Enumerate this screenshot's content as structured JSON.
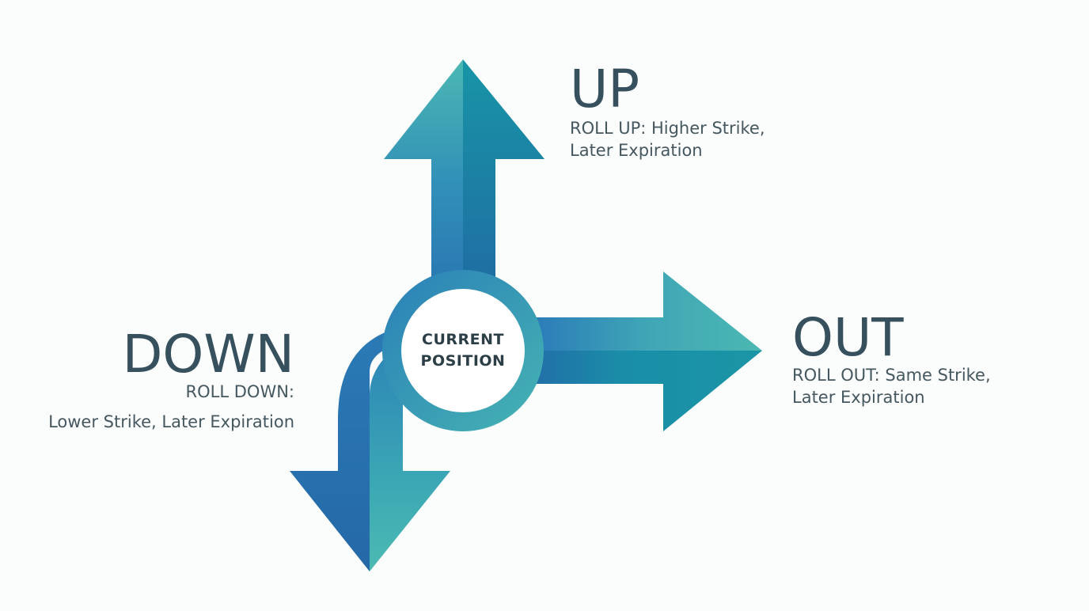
{
  "diagram": {
    "center": {
      "line1": "CURRENT",
      "line2": "POSITION"
    },
    "up": {
      "title": "UP",
      "desc_line1": "ROLL UP: Higher Strike,",
      "desc_line2": "Later Expiration"
    },
    "out": {
      "title": "OUT",
      "desc_line1": "ROLL OUT: Same Strike,",
      "desc_line2": "Later Expiration"
    },
    "down": {
      "title": "DOWN",
      "desc_line1": "ROLL DOWN:",
      "desc_line2": "Lower Strike, Later Expiration"
    },
    "colors": {
      "teal_light": "#47b5b2",
      "teal": "#1993a8",
      "blue": "#2a7ab5",
      "text_dark": "#36505d"
    }
  }
}
